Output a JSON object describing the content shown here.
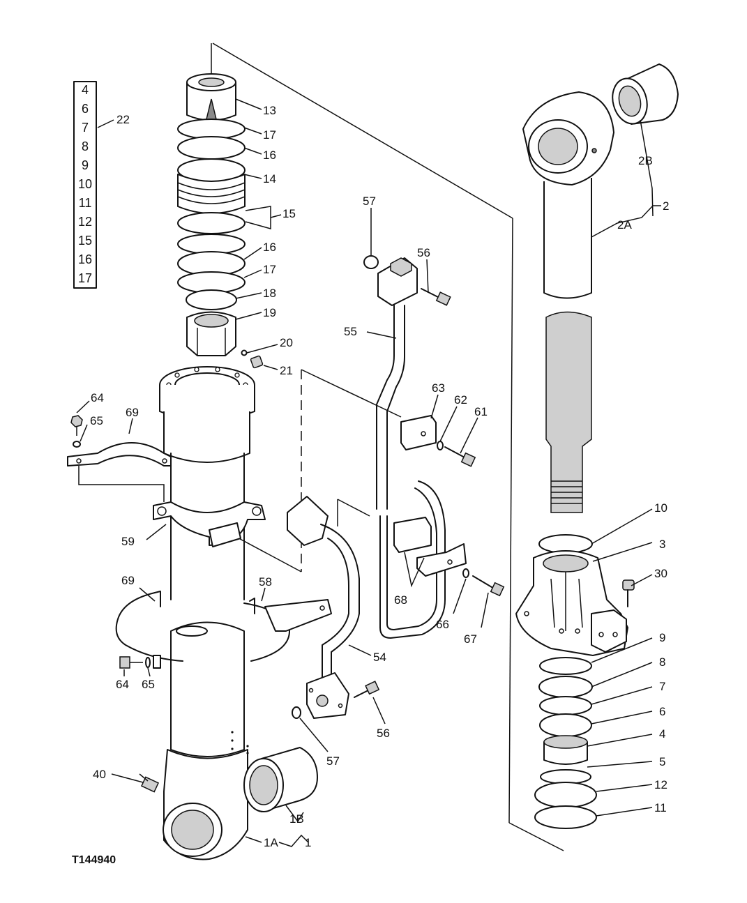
{
  "drawing_ref": "T144940",
  "kit_box": {
    "items": [
      "4",
      "6",
      "7",
      "8",
      "9",
      "10",
      "11",
      "12",
      "15",
      "16",
      "17"
    ],
    "label": "22"
  },
  "callouts": [
    "13",
    "17",
    "16",
    "14",
    "15",
    "16",
    "17",
    "18",
    "19",
    "20",
    "21",
    "57",
    "56",
    "55",
    "63",
    "62",
    "61",
    "64",
    "65",
    "69",
    "59",
    "68",
    "66",
    "67",
    "69",
    "58",
    "54",
    "64",
    "65",
    "56",
    "57",
    "40",
    "1B",
    "1A",
    "1",
    "2B",
    "2",
    "2A",
    "10",
    "3",
    "30",
    "9",
    "8",
    "7",
    "6",
    "4",
    "5",
    "12",
    "11"
  ]
}
